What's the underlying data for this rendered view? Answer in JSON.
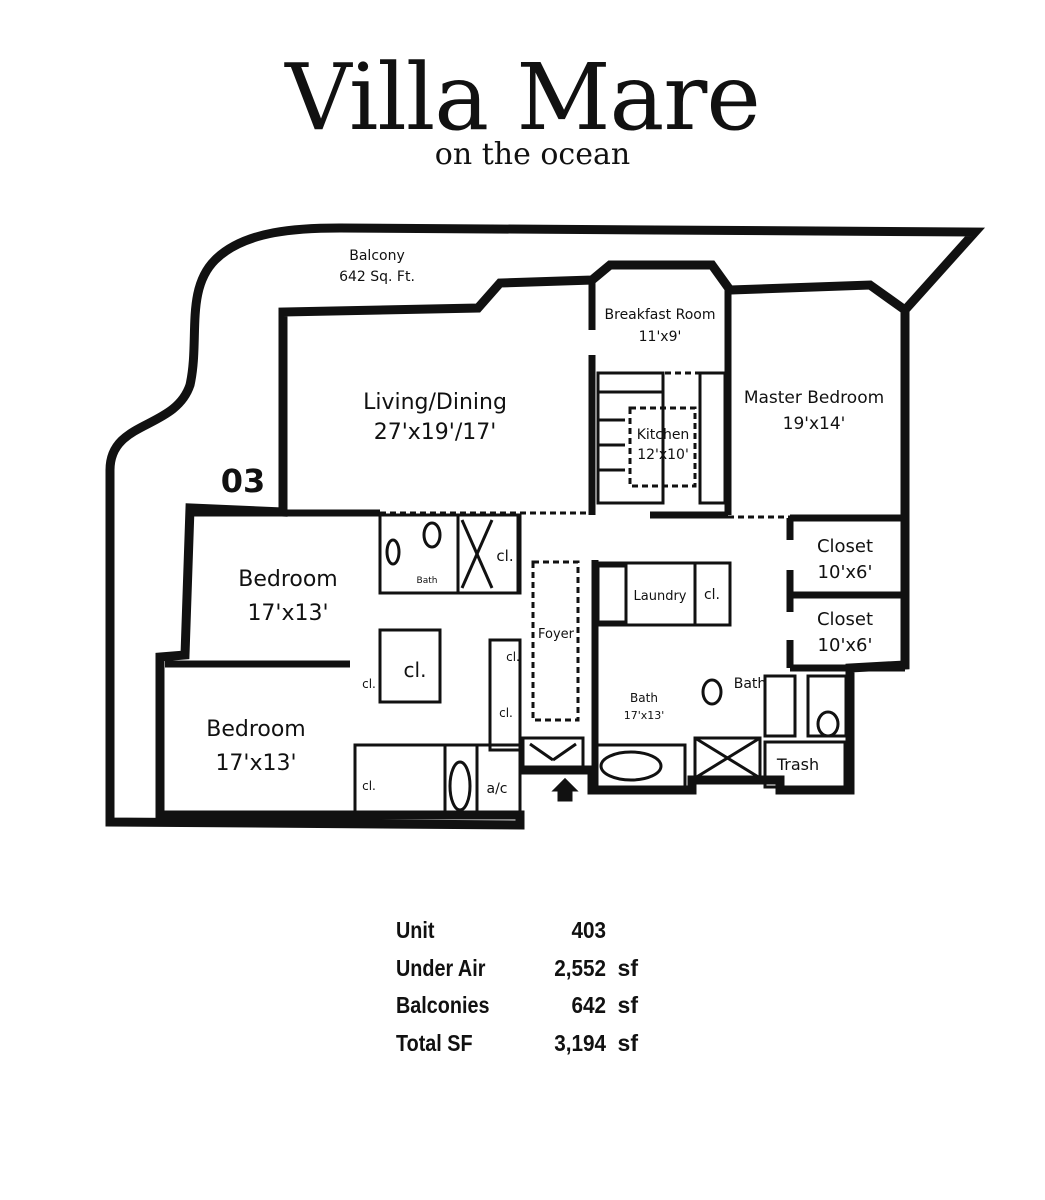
{
  "header": {
    "title": "Villa Mare",
    "subtitle": "on the ocean"
  },
  "plan": {
    "unit_marker": "03",
    "balcony": {
      "name": "Balcony",
      "area": "642 Sq. Ft."
    },
    "rooms": {
      "breakfast": {
        "name": "Breakfast Room",
        "dims": "11'x9'"
      },
      "living": {
        "name": "Living/Dining",
        "dims": "27'x19'/17'"
      },
      "kitchen": {
        "name": "Kitchen",
        "dims": "12'x10'"
      },
      "master": {
        "name": "Master Bedroom",
        "dims": "19'x14'"
      },
      "bedroom1": {
        "name": "Bedroom",
        "dims": "17'x13'"
      },
      "bedroom2": {
        "name": "Bedroom",
        "dims": "17'x13'"
      },
      "closet1": {
        "name": "Closet",
        "dims": "10'x6'"
      },
      "closet2": {
        "name": "Closet",
        "dims": "10'x6'"
      },
      "laundry": "Laundry",
      "foyer": "Foyer",
      "bath_small": "Bath",
      "bath_master": {
        "name": "Bath",
        "dims": "17'x13'"
      },
      "bath_right": "Bath",
      "trash": "Trash",
      "ac": "a/c",
      "cl": "cl."
    }
  },
  "summary": {
    "rows": [
      {
        "label": "Unit",
        "value": "403",
        "unit": ""
      },
      {
        "label": "Under Air",
        "value": "2,552",
        "unit": "sf"
      },
      {
        "label": "Balconies",
        "value": "642",
        "unit": "sf"
      },
      {
        "label": "Total SF",
        "value": "3,194",
        "unit": "sf"
      }
    ]
  }
}
